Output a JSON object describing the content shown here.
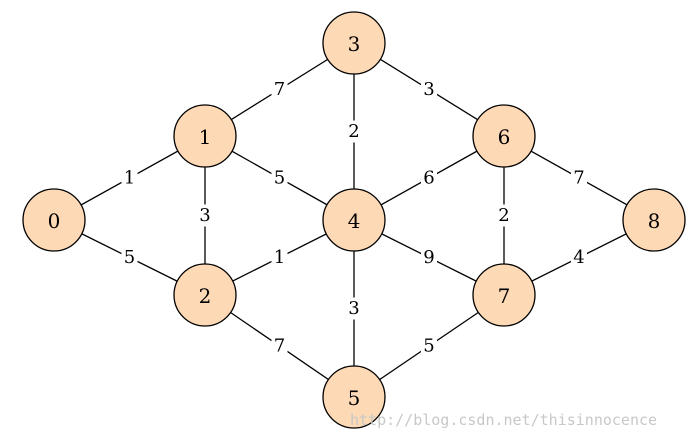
{
  "graph": {
    "node_fill": "#fdd9b5",
    "nodes": [
      {
        "id": "0",
        "label": "0"
      },
      {
        "id": "1",
        "label": "1"
      },
      {
        "id": "2",
        "label": "2"
      },
      {
        "id": "3",
        "label": "3"
      },
      {
        "id": "4",
        "label": "4"
      },
      {
        "id": "5",
        "label": "5"
      },
      {
        "id": "6",
        "label": "6"
      },
      {
        "id": "7",
        "label": "7"
      },
      {
        "id": "8",
        "label": "8"
      }
    ],
    "edges": [
      {
        "from": "0",
        "to": "1",
        "weight": "1"
      },
      {
        "from": "0",
        "to": "2",
        "weight": "5"
      },
      {
        "from": "1",
        "to": "2",
        "weight": "3"
      },
      {
        "from": "1",
        "to": "3",
        "weight": "7"
      },
      {
        "from": "1",
        "to": "4",
        "weight": "5"
      },
      {
        "from": "2",
        "to": "4",
        "weight": "1"
      },
      {
        "from": "2",
        "to": "5",
        "weight": "7"
      },
      {
        "from": "3",
        "to": "4",
        "weight": "2"
      },
      {
        "from": "3",
        "to": "6",
        "weight": "3"
      },
      {
        "from": "4",
        "to": "6",
        "weight": "6"
      },
      {
        "from": "4",
        "to": "5",
        "weight": "3"
      },
      {
        "from": "4",
        "to": "7",
        "weight": "9"
      },
      {
        "from": "5",
        "to": "7",
        "weight": "5"
      },
      {
        "from": "6",
        "to": "7",
        "weight": "2"
      },
      {
        "from": "6",
        "to": "8",
        "weight": "7"
      },
      {
        "from": "7",
        "to": "8",
        "weight": "4"
      }
    ]
  },
  "watermark": "http://blog.csdn.net/thisinnocence"
}
